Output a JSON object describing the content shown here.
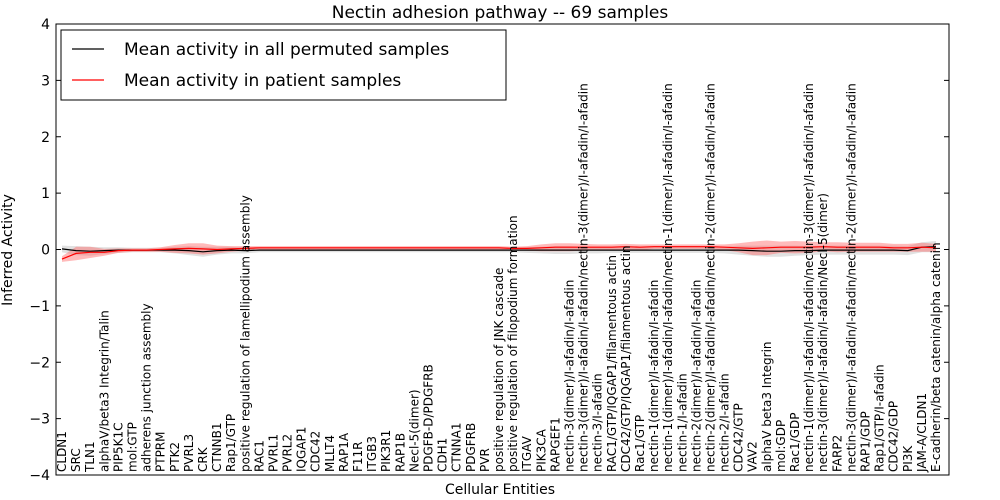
{
  "chart_data": {
    "type": "line",
    "title": "Nectin adhesion pathway -- 69 samples",
    "xlabel": "Cellular Entities",
    "ylabel": "Inferred Activity",
    "ylim": [
      -4,
      4
    ],
    "yticks": [
      "−4",
      "−3",
      "−2",
      "−1",
      "0",
      "1",
      "2",
      "3",
      "4"
    ],
    "legend_position": "top-left",
    "grid": false,
    "colors": {
      "permuted": "#000000",
      "patient": "#ff0000",
      "patient_band": "#ff6666",
      "permuted_band": "#aaaaaa"
    },
    "categories": [
      "CLDN1",
      "SRC",
      "TLN1",
      "alphaV/beta3 Integrin/Talin",
      "PIP5K1C",
      "mol:GTP",
      "adherens junction assembly",
      "PTPRM",
      "PTK2",
      "PVRL3",
      "CRK",
      "CTNNB1",
      "Rap1/GTP",
      "positive regulation of lamellipodium assembly",
      "RAC1",
      "PVRL1",
      "PVRL2",
      "IQGAP1",
      "CDC42",
      "MLLT4",
      "RAP1A",
      "F11R",
      "ITGB3",
      "PIK3R1",
      "RAP1B",
      "Necl-5(dimer)",
      "PDGFB-D/PDGFRB",
      "CDH1",
      "CTNNA1",
      "PDGFRB",
      "PVR",
      "positive regulation of JNK cascade",
      "positive regulation of filopodium formation",
      "ITGAV",
      "PIK3CA",
      "RAPGEF1",
      "nectin-3(dimer)/I-afadin/I-afadin",
      "nectin-3(dimer)/I-afadin/I-afadin/nectin-3(dimer)/I-afadin/I-afadin",
      "nectin-3/I-afadin",
      "RAC1/GTP/IQGAP1/filamentous actin",
      "CDC42/GTP/IQGAP1/filamentous actin",
      "Rac1/GTP",
      "nectin-1(dimer)/I-afadin/I-afadin",
      "nectin-1(dimer)/I-afadin/I-afadin/nectin-1(dimer)/I-afadin/I-afadin",
      "nectin-1/I-afadin",
      "nectin-2(dimer)/I-afadin/I-afadin",
      "nectin-2(dimer)/I-afadin/I-afadin/nectin-2(dimer)/I-afadin/I-afadin",
      "nectin-2/I-afadin",
      "CDC42/GTP",
      "VAV2",
      "alphaV beta3 Integrin",
      "mol:GDP",
      "Rac1/GDP",
      "nectin-1(dimer)/I-afadin/I-afadin/nectin-3(dimer)/I-afadin/I-afadin",
      "nectin-3(dimer)/I-afadin/I-afadin/Necl-5(dimer)",
      "FARP2",
      "nectin-3(dimer)/I-afadin/I-afadin/nectin-2(dimer)/I-afadin/I-afadin",
      "RAP1/GDP",
      "Rap1/GTP/I-afadin",
      "CDC42/GDP",
      "PI3K",
      "JAM-A/CLDN1",
      "E-cadherin/beta catenin/alpha catenin"
    ],
    "series": [
      {
        "name": "Mean activity in all permuted samples",
        "values": [
          0.01,
          -0.02,
          -0.03,
          -0.02,
          -0.01,
          -0.01,
          -0.01,
          -0.01,
          -0.01,
          -0.02,
          -0.04,
          -0.02,
          -0.01,
          -0.02,
          -0.01,
          -0.01,
          -0.01,
          -0.01,
          -0.01,
          -0.01,
          -0.01,
          -0.01,
          -0.01,
          -0.01,
          -0.01,
          -0.01,
          -0.01,
          -0.01,
          -0.01,
          -0.01,
          -0.01,
          -0.01,
          -0.01,
          -0.01,
          -0.01,
          -0.01,
          -0.01,
          -0.01,
          -0.01,
          -0.01,
          -0.01,
          -0.01,
          -0.01,
          -0.01,
          -0.01,
          -0.01,
          -0.01,
          -0.01,
          -0.01,
          -0.02,
          -0.03,
          -0.03,
          -0.02,
          -0.02,
          -0.01,
          -0.01,
          -0.01,
          -0.01,
          -0.01,
          -0.01,
          -0.02,
          0.04,
          0.05
        ],
        "band": [
          0.06,
          0.08,
          0.08,
          0.06,
          0.05,
          0.04,
          0.04,
          0.04,
          0.06,
          0.08,
          0.09,
          0.07,
          0.06,
          0.05,
          0.04,
          0.04,
          0.04,
          0.04,
          0.04,
          0.04,
          0.04,
          0.04,
          0.04,
          0.04,
          0.04,
          0.04,
          0.04,
          0.04,
          0.04,
          0.04,
          0.04,
          0.04,
          0.04,
          0.05,
          0.06,
          0.07,
          0.07,
          0.06,
          0.06,
          0.05,
          0.05,
          0.05,
          0.05,
          0.05,
          0.05,
          0.05,
          0.05,
          0.06,
          0.08,
          0.09,
          0.1,
          0.1,
          0.09,
          0.08,
          0.08,
          0.08,
          0.08,
          0.08,
          0.08,
          0.08,
          0.08,
          0.09,
          0.1
        ]
      },
      {
        "name": "Mean activity in patient samples",
        "values": [
          -0.17,
          -0.07,
          -0.05,
          -0.05,
          -0.02,
          -0.01,
          -0.01,
          0.0,
          0.01,
          0.02,
          0.01,
          0.0,
          0.01,
          0.02,
          0.03,
          0.03,
          0.03,
          0.03,
          0.03,
          0.03,
          0.03,
          0.03,
          0.03,
          0.03,
          0.03,
          0.03,
          0.03,
          0.03,
          0.03,
          0.03,
          0.03,
          0.03,
          0.02,
          0.02,
          0.03,
          0.04,
          0.04,
          0.04,
          0.04,
          0.04,
          0.05,
          0.04,
          0.05,
          0.05,
          0.05,
          0.05,
          0.05,
          0.04,
          0.03,
          0.02,
          0.03,
          0.04,
          0.04,
          0.04,
          0.05,
          0.04,
          0.04,
          0.04,
          0.04,
          0.03,
          0.03,
          0.04,
          0.03
        ],
        "band": [
          0.05,
          0.12,
          0.1,
          0.06,
          0.04,
          0.03,
          0.03,
          0.04,
          0.07,
          0.09,
          0.1,
          0.07,
          0.05,
          0.04,
          0.03,
          0.03,
          0.03,
          0.03,
          0.03,
          0.03,
          0.03,
          0.03,
          0.03,
          0.03,
          0.03,
          0.03,
          0.03,
          0.03,
          0.03,
          0.03,
          0.03,
          0.03,
          0.03,
          0.04,
          0.06,
          0.07,
          0.07,
          0.06,
          0.05,
          0.05,
          0.05,
          0.05,
          0.04,
          0.04,
          0.04,
          0.04,
          0.04,
          0.05,
          0.08,
          0.12,
          0.13,
          0.1,
          0.11,
          0.1,
          0.08,
          0.09,
          0.08,
          0.08,
          0.08,
          0.07,
          0.07,
          0.08,
          0.07
        ]
      }
    ]
  }
}
